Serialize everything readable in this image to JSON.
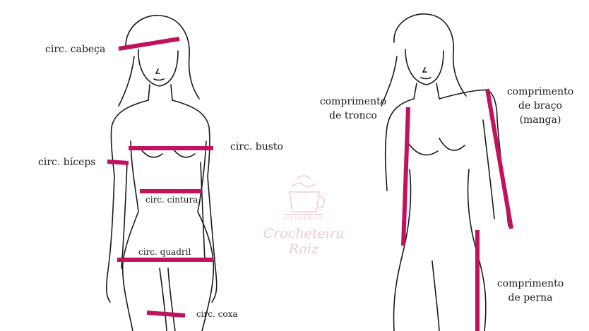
{
  "labels": {
    "head": "circ. cabeça",
    "bicep": "circ. bíceps",
    "bust": "circ. busto",
    "waist": "circ. cintura",
    "hip": "circ. quadril",
    "thigh": "circ. coxa",
    "torso_length_line1": "comprimento",
    "torso_length_line2": "de tronco",
    "arm_length_line1": "comprimento",
    "arm_length_line2": "de braço",
    "arm_length_line3": "(manga)",
    "leg_length_line1": "comprimento",
    "leg_length_line2": "de perna"
  },
  "watermark": {
    "top_text": "UNIVERSO",
    "brand": "Crocheteira Raiz",
    "color": "#f0c8d2"
  },
  "colors": {
    "measure_line": "#c2125e",
    "outline": "#1a1a1a"
  }
}
